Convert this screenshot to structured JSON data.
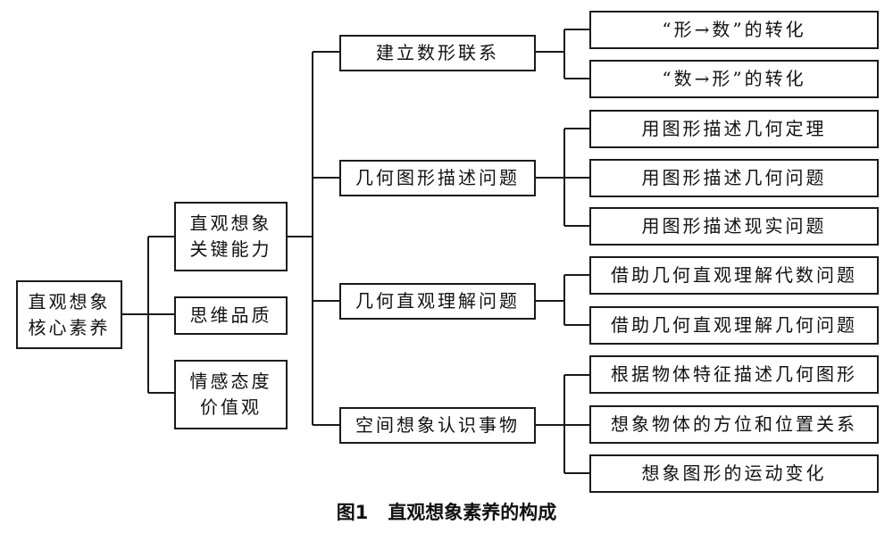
{
  "root": {
    "line1": "直观想象",
    "line2": "核心素养"
  },
  "level1": [
    {
      "line1": "直观想象",
      "line2": "关键能力"
    },
    {
      "line1": "思维品质",
      "line2": ""
    },
    {
      "line1": "情感态度",
      "line2": "价值观"
    }
  ],
  "level2": [
    {
      "label": "建立数形联系"
    },
    {
      "label": "几何图形描述问题"
    },
    {
      "label": "几何直观理解问题"
    },
    {
      "label": "空间想象认识事物"
    }
  ],
  "level3": [
    {
      "label": "“形→数”的转化"
    },
    {
      "label": "“数→形”的转化"
    },
    {
      "label": "用图形描述几何定理"
    },
    {
      "label": "用图形描述几何问题"
    },
    {
      "label": "用图形描述现实问题"
    },
    {
      "label": "借助几何直观理解代数问题"
    },
    {
      "label": "借助几何直观理解几何问题"
    },
    {
      "label": "根据物体特征描述几何图形"
    },
    {
      "label": "想象物体的方位和位置关系"
    },
    {
      "label": "想象图形的运动变化"
    }
  ],
  "caption": {
    "number": "图1",
    "title": "直观想象素养的构成"
  }
}
